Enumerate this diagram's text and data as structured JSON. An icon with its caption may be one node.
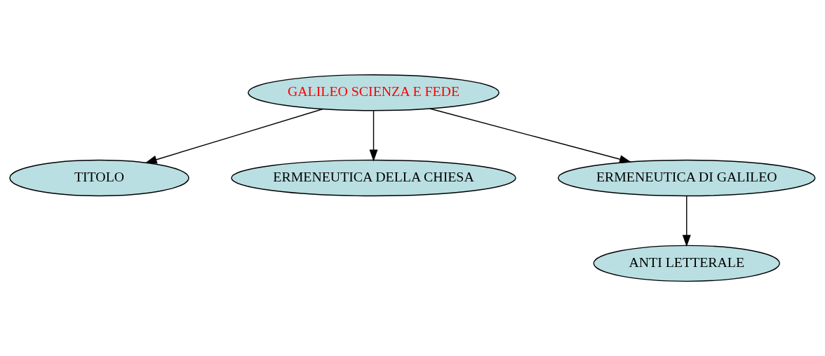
{
  "diagram": {
    "nodes": [
      {
        "text": [
          "GALILEO SCIENZA E FEDE"
        ]
      },
      {
        "text": [
          "TITOLO"
        ]
      },
      {
        "text": [
          "ERMENEUTICA DELLA CHIESA"
        ]
      },
      {
        "text": [
          "ERMENEUTICA DI GALILEO"
        ]
      },
      {
        "text": [
          "ANTI LETTERALE"
        ]
      }
    ],
    "edges": [
      {
        "from": 0,
        "to": 1,
        "arrow": "to"
      },
      {
        "from": 0,
        "to": 2,
        "arrow": "to"
      },
      {
        "from": 0,
        "to": 3,
        "arrow": "to"
      },
      {
        "from": 3,
        "to": 4,
        "arrow": "to"
      }
    ]
  }
}
